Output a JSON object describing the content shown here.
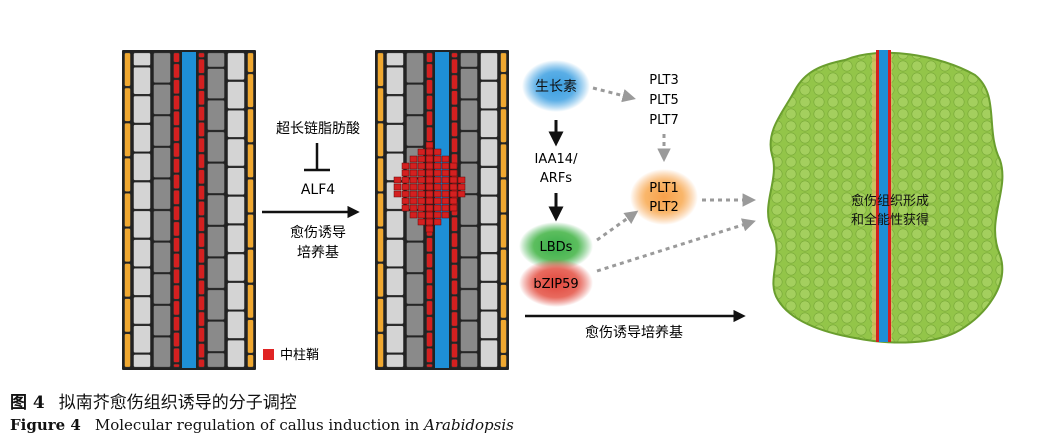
{
  "left_panel": {
    "inhibitor_label": "超长链脂肪酸",
    "gene_label": "ALF4",
    "arrow_label_line1": "愈伤诱导",
    "arrow_label_line2": "培养基",
    "legend_label": "中柱鞘",
    "legend_color": "#e02424"
  },
  "pathway": {
    "auxin": "生长素",
    "plt_upper": [
      "PLT3",
      "PLT5",
      "PLT7"
    ],
    "iaa": [
      "IAA14/",
      "ARFs"
    ],
    "plt_lower": [
      "PLT1",
      "PLT2"
    ],
    "lbds": "LBDs",
    "bzip": "bZIP59",
    "bottom_arrow_label": "愈伤诱导培养基"
  },
  "callus": {
    "label_line1": "愈伤组织形成",
    "label_line2": "和全能性获得"
  },
  "caption": {
    "cn_num": "图 4",
    "cn_text": "拟南芥愈伤组织诱导的分子调控",
    "en_num": "Figure 4",
    "en_text": "Molecular regulation of callus induction in ",
    "en_species": "Arabidopsis"
  },
  "colors": {
    "pericycle_red": "#d42020",
    "vascular_blue": "#1e8fd6",
    "epidermis_orange": "#f0a830",
    "cortex_light": "#d4d4d4",
    "cortex_dark": "#8a8a8a",
    "callus_green": "#8cc63f",
    "auxin_blue": "#3a9ee0",
    "plt_orange": "#f7a04a",
    "lbd_green": "#3aae4a",
    "bzip_red": "#e0463c"
  }
}
